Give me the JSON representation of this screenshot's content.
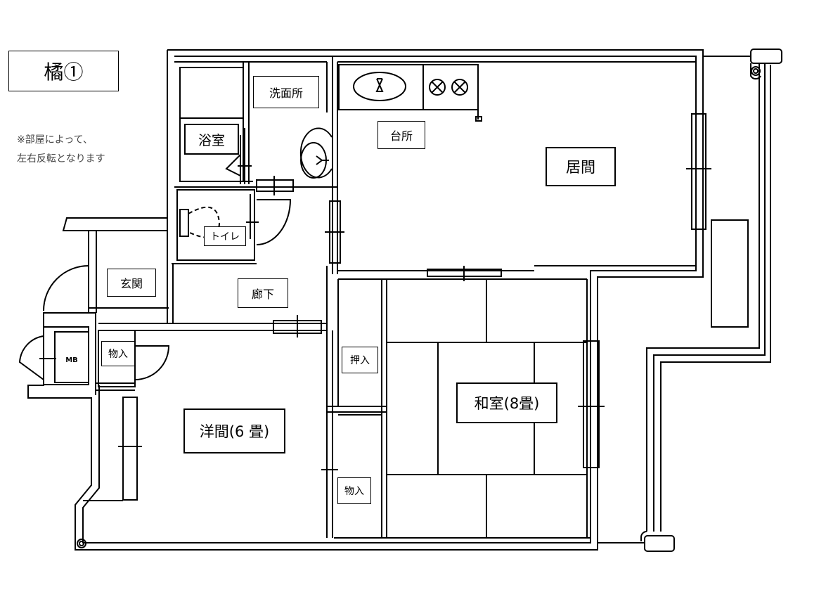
{
  "title": "橘①",
  "note": [
    "※部屋によって、",
    "左右反転となります"
  ],
  "rooms": {
    "bath": "浴室",
    "washroom": "洗面所",
    "kitchen": "台所",
    "living": "居間",
    "toilet": "トイレ",
    "entrance": "玄関",
    "hallway": "廊下",
    "mb": "MB",
    "storage_entrance": "物入",
    "western_room": "洋間(6 畳)",
    "closet": "押入",
    "storage_bottom": "物入",
    "japanese_room": "和室(8畳)"
  }
}
